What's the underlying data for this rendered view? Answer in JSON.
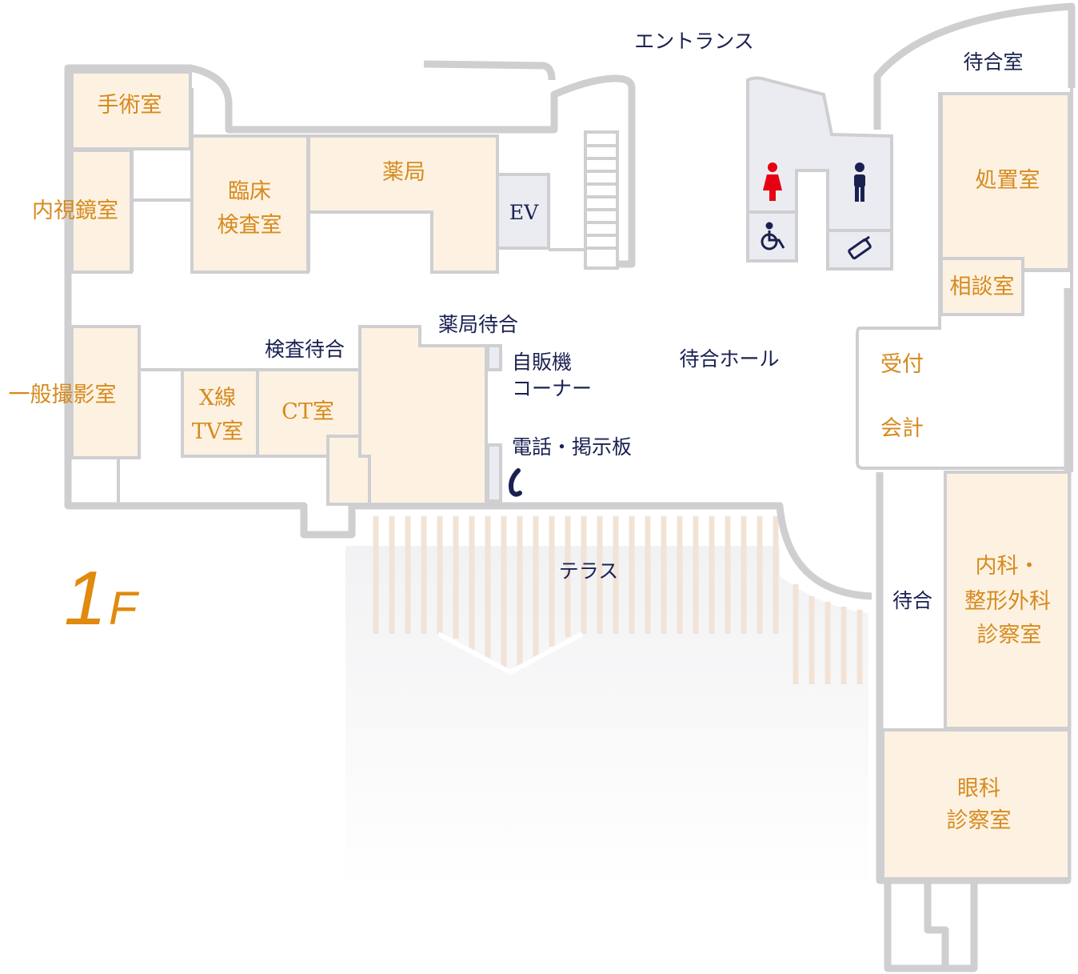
{
  "floor": {
    "number": "1",
    "suffix": "F"
  },
  "areas": {
    "entrance": "エントランス",
    "waiting_room": "待合室",
    "pharmacy_waiting": "薬局待合",
    "exam_waiting": "検査待合",
    "vending_1": "自販機",
    "vending_2": "コーナー",
    "waiting_hall": "待合ホール",
    "phone_board": "電話・掲示板",
    "terrace": "テラス",
    "waiting_small": "待合",
    "reception": "受付",
    "accounting": "会計",
    "elevator": "EV"
  },
  "rooms": {
    "surgery": "手術室",
    "endoscopy": "内視鏡室",
    "clinical_lab_1": "臨床",
    "clinical_lab_2": "検査室",
    "pharmacy": "薬局",
    "general_xray": "一般撮影室",
    "xray_tv_1": "X線",
    "xray_tv_2": "TV室",
    "ct": "CT室",
    "treatment": "処置室",
    "consultation": "相談室",
    "internal_med_1": "内科・",
    "internal_med_2": "整形外科",
    "internal_med_3": "診察室",
    "ophthalmology_1": "眼科",
    "ophthalmology_2": "診察室"
  },
  "icons": [
    "female-restroom-icon",
    "male-restroom-icon",
    "wheelchair-restroom-icon",
    "baby-bottle-icon",
    "telephone-icon"
  ],
  "colors": {
    "room_fill": "#fdf2e2",
    "gray_fill": "#ebecf1",
    "wall": "#cfcfd1",
    "room_text": "#d68a1e",
    "area_text": "#1a2151",
    "floor_mark": "#e08a0e",
    "female": "#e60012",
    "male": "#1a2151"
  }
}
